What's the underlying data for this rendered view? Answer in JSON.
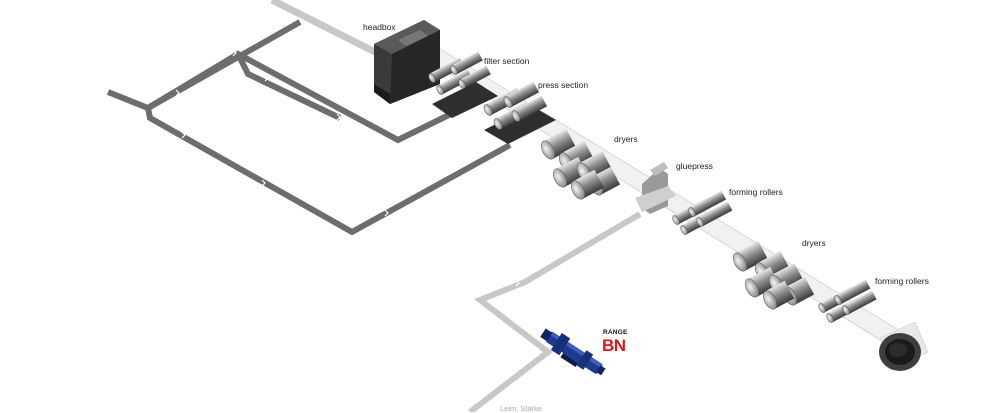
{
  "labels": {
    "headbox": "headbox",
    "filter_section": "filter section",
    "press_section": "press section",
    "dryers_1": "dryers",
    "gluepress": "gluepress",
    "forming_rollers_1": "forming rollers",
    "dryers_2": "dryers",
    "forming_rollers_2": "forming rollers"
  },
  "product": {
    "range_label": "RANGE",
    "range_code": "BN"
  },
  "footer_text": "Leim, Stärke",
  "colors": {
    "pipe_dark": "#6d6d6d",
    "pipe_light": "#c8c8c8",
    "brand_red": "#e3151a",
    "pump_blue": "#1d3a8f",
    "paper_web": "#f1f1f1"
  }
}
